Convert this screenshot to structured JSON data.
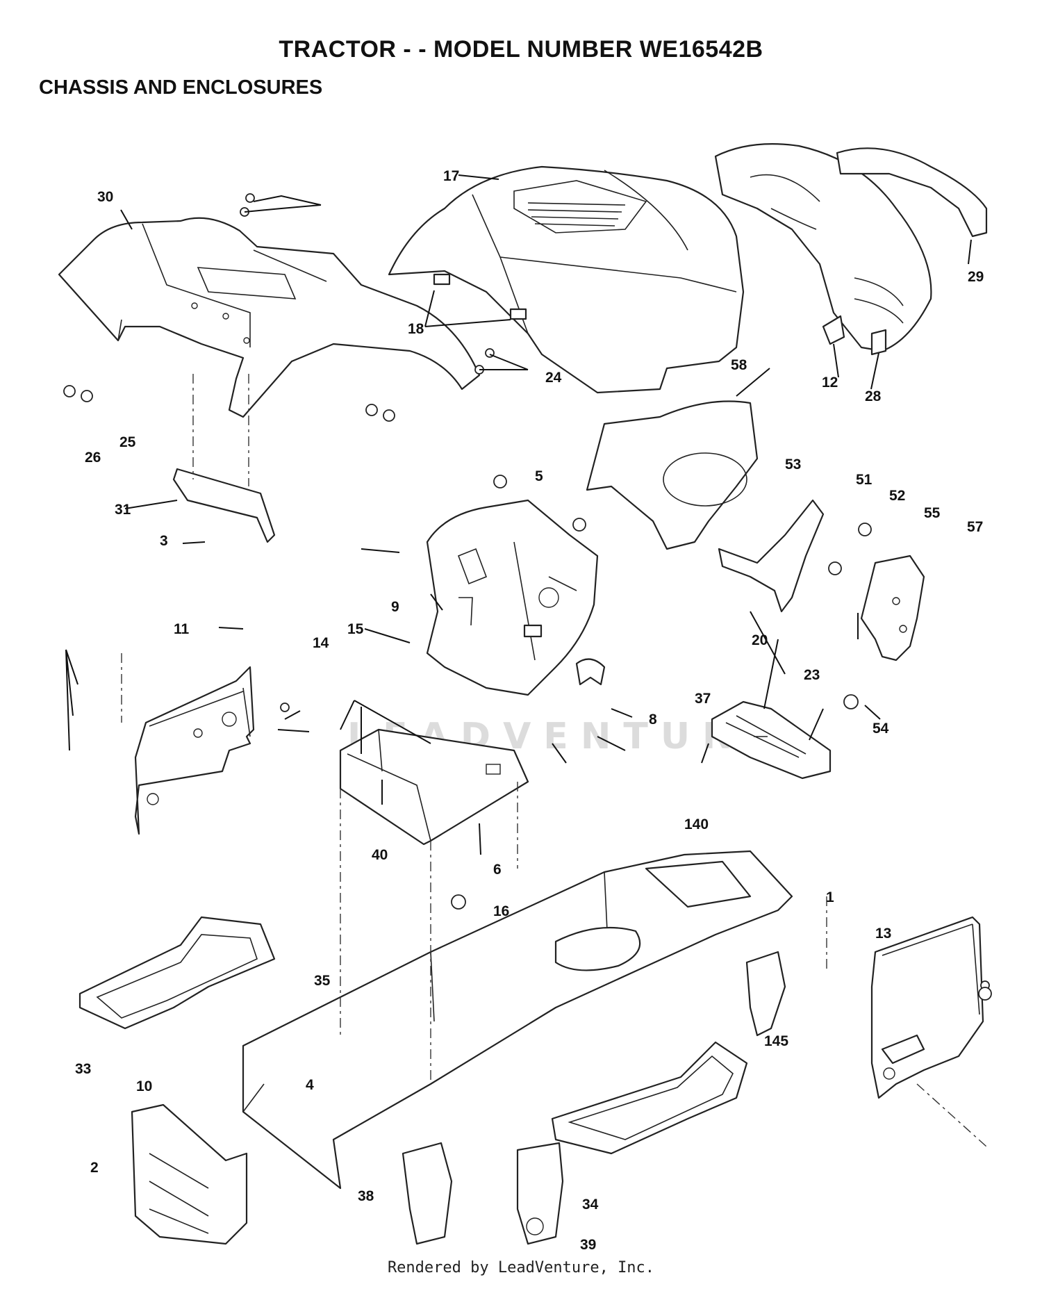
{
  "title": "TRACTOR - - MODEL NUMBER WE16542B",
  "section": "CHASSIS AND ENCLOSURES",
  "footer": "Rendered by LeadVenture, Inc.",
  "watermark": "LEADVENTURE",
  "callouts": [
    "1",
    "2",
    "3",
    "4",
    "5",
    "6",
    "8",
    "9",
    "10",
    "11",
    "12",
    "13",
    "14",
    "15",
    "16",
    "17",
    "18",
    "20",
    "23",
    "24",
    "25",
    "26",
    "28",
    "29",
    "30",
    "31",
    "33",
    "34",
    "35",
    "37",
    "38",
    "39",
    "40",
    "51",
    "52",
    "53",
    "54",
    "55",
    "57",
    "58",
    "140",
    "145"
  ]
}
